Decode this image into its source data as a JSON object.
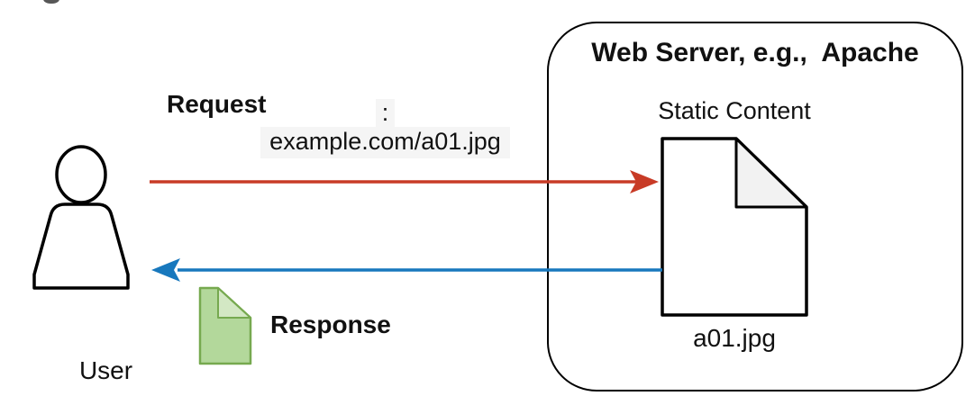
{
  "colors": {
    "red": "#c83b26",
    "blue": "#1878bd",
    "green-fill": "#b3d89b",
    "green-fold": "#d3e8c4",
    "green-stroke": "#76a94f",
    "doc-fold": "#f2f2f2",
    "url-bg": "#f5f5f5"
  },
  "user": {
    "label": "User"
  },
  "request": {
    "label": "Request",
    "separator": ":",
    "url": "example.com/a01.jpg"
  },
  "response": {
    "label": "Response"
  },
  "server": {
    "title": "Web Server, e.g.,  Apache",
    "content_label": "Static Content",
    "file_name": "a01.jpg"
  }
}
